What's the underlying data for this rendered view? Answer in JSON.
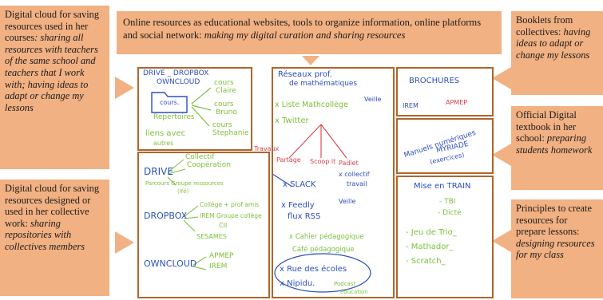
{
  "callouts": {
    "left_top": {
      "plain": "Digital cloud for saving resources used in her courses",
      "italic": ": sharing all resources with teachers of the same school and teachers that I work with; having ideas to adapt or change my lessons"
    },
    "left_bottom": {
      "plain": "Digital cloud for saving resources designed or used in her collective work:",
      "italic": "sharing repositories with collectives members"
    },
    "top": {
      "plain": "Online resources as educational websites, tools to organize information, online platforms and social network:",
      "italic": "making my digital curation and sharing resources"
    },
    "right_1": {
      "plain": "Booklets from collectives:",
      "italic": "having ideas to adapt or change my lessons"
    },
    "right_2": {
      "plain": "Official Digital textbook in her school:",
      "italic": "preparing students homework"
    },
    "right_3": {
      "plain": "Principles to create resources for prepare lessons:",
      "italic": "designing resources for my class"
    }
  },
  "sketch": {
    "box1": {
      "title": "DRIVE _ DROPBOX",
      "sub": "OWNCLOUD",
      "folder": "cours.",
      "repo": "Repertoires",
      "links": "liens avec",
      "links2": "autres",
      "c1": "cours",
      "c1b": "Claire",
      "c2": "cours",
      "c2b": "Bruno",
      "c3": "cours",
      "c3b": "Stephanie"
    },
    "box2": {
      "drive": "DRIVE",
      "collectif": "Collectif",
      "coop": "Coopération",
      "parcours": "Parcours Groupe ressources",
      "parcours2": "(Ifé)",
      "dropbox": "DROPBOX",
      "college": "Collège + prof amis",
      "irem": "IREM Groupe collège",
      "ci": "CII",
      "sesames": "SESAMES",
      "owncloud": "OWNCLOUD",
      "apmep": "APMEP",
      "irem2": "IREM"
    },
    "box3": {
      "title": "Réseaux prof.",
      "title2": "de mathématiques",
      "liste": "x Liste Mathcollège",
      "veille": "Veille",
      "twitter": "x Twitter",
      "partage": "Partage",
      "travaux": "Travaux",
      "scoopit": "Scoop it",
      "padlet": "Padlet",
      "slack": "x SLACK",
      "collectif": "x collectif",
      "travail": "travail",
      "feedly": "x Feedly",
      "flux": "flux RSS",
      "veille2": "Veille",
      "cahier": "x Cahier pédagogique",
      "cafe": "Café pédagogique",
      "rue": "x Rue des écoles",
      "nipidu": "x Nipidu.",
      "podcast": "Podcast",
      "education": "éducation"
    },
    "box4": {
      "title": "BROCHURES",
      "irem": "IREM",
      "apmep": "APMEP"
    },
    "box5": {
      "l1": "Manuels numériques",
      "l2": "MYRIADE",
      "l3": "(exercices)"
    },
    "box6": {
      "title": "Mise en TRAIN",
      "tbi": "- TBI",
      "dicte": "- Dicté",
      "jeu": "- Jeu de Trio_",
      "mathador": "- Mathador_",
      "scratch": "- Scratch_"
    }
  }
}
